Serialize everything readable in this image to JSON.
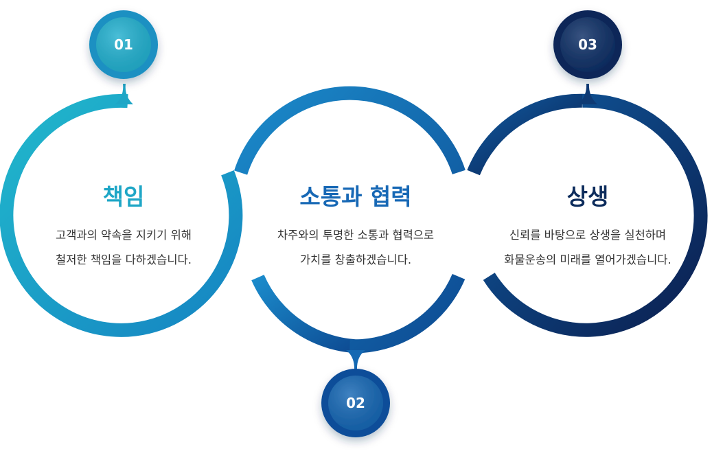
{
  "items": [
    {
      "number": "01",
      "title": "책임",
      "desc_line1": "고객과의 약속을 지키기 위해",
      "desc_line2": "철저한 책임을 다하겠습니다.",
      "title_color": "#1ea6c6",
      "gradient": [
        "#21b8cc",
        "#1584c2"
      ]
    },
    {
      "number": "02",
      "title": "소통과 협력",
      "desc_line1": "차주와의 투명한 소통과 협력으로",
      "desc_line2": "가치를 창출하겠습니다.",
      "title_color": "#1768b5",
      "gradient": [
        "#1b8bcb",
        "#0d4a92"
      ]
    },
    {
      "number": "03",
      "title": "상생",
      "desc_line1": "신뢰를 바탕으로 상생을 실천하며",
      "desc_line2": "화물운송의 미래를 열어가겠습니다.",
      "title_color": "#0d2c5c",
      "gradient": [
        "#0f5a9f",
        "#0b1e4e"
      ]
    }
  ]
}
